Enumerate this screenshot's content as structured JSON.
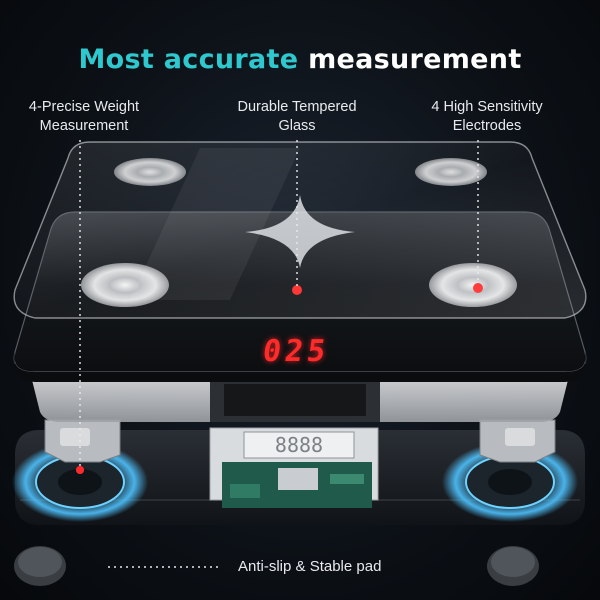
{
  "headline": {
    "accent": "Most accurate",
    "rest": "measurement"
  },
  "callouts": [
    {
      "line1": "4-Precise Weight",
      "line2": "Measurement"
    },
    {
      "line1": "Durable Tempered",
      "line2": "Glass"
    },
    {
      "line1": "4 High Sensitivity",
      "line2": "Electrodes"
    }
  ],
  "display": {
    "reading": "025"
  },
  "footer": {
    "label": "Anti-slip & Stable pad"
  },
  "colors": {
    "accent": "#2ec8cf",
    "indicator": "#ff2a2a",
    "glow": "#4fc3ff"
  }
}
